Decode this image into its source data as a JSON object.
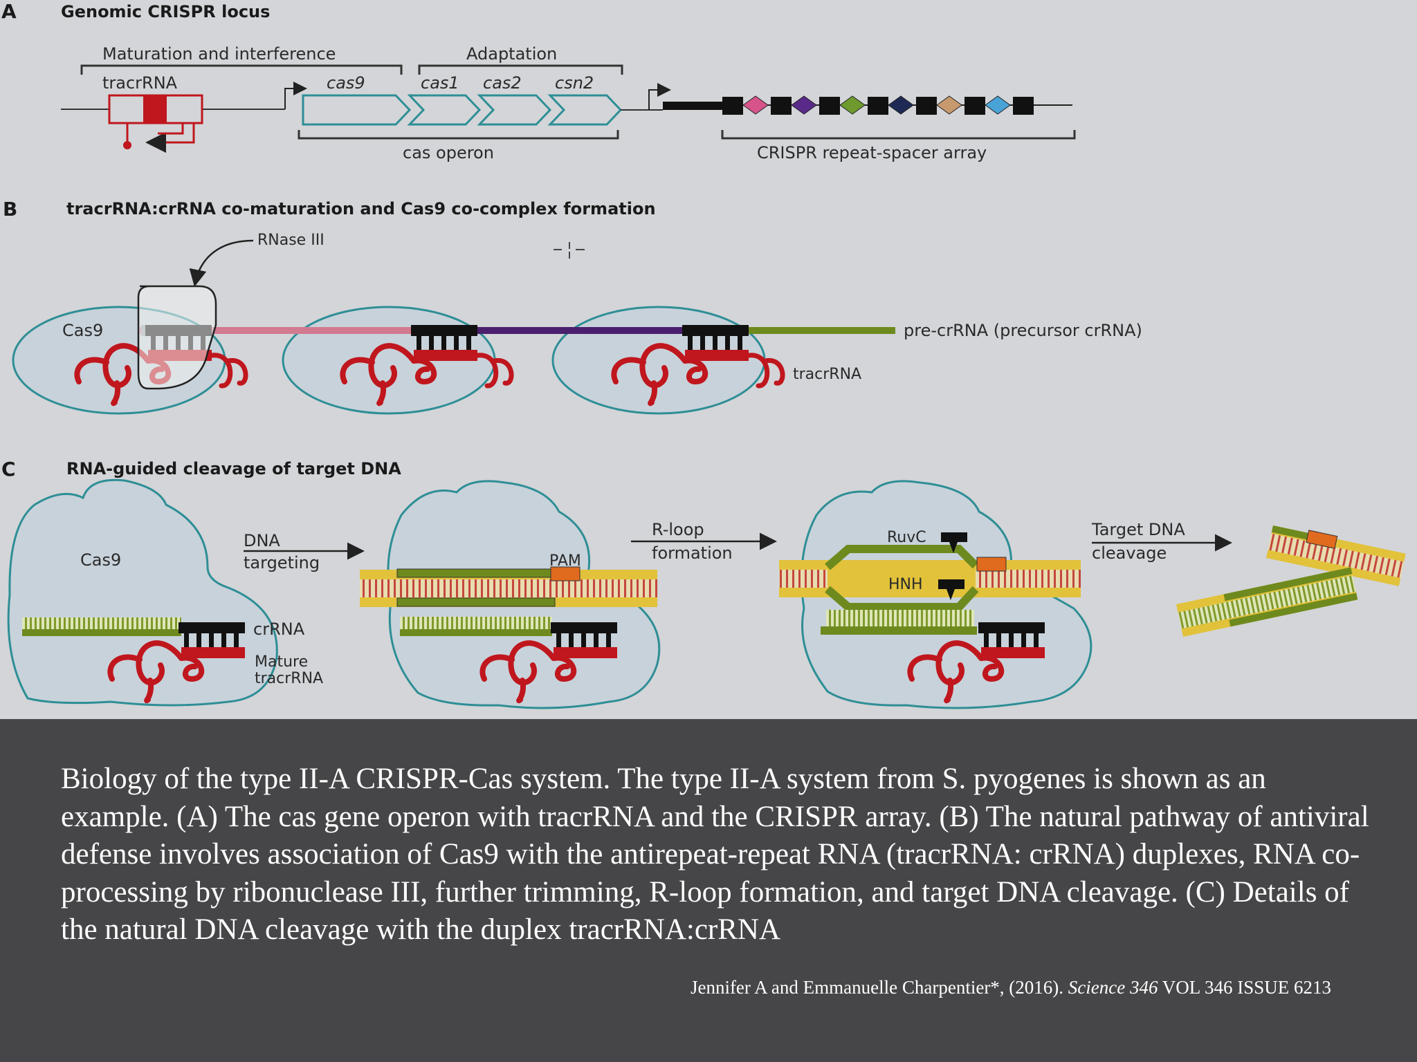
{
  "panelA": {
    "letter": "A",
    "title": "Genomic CRISPR locus",
    "bracket_maturation": "Maturation and interference",
    "bracket_adaptation": "Adaptation",
    "tracr_label": "tracrRNA",
    "gene_cas9": "cas9",
    "gene_cas1": "cas1",
    "gene_cas2": "cas2",
    "gene_csn2": "csn2",
    "cas_operon": "cas operon",
    "array_label": "CRISPR repeat-spacer array",
    "spacer_colors": [
      "#d6548a",
      "#5a2a8a",
      "#6e9a2e",
      "#1e2a55",
      "#c79a6e",
      "#4aa3d6"
    ]
  },
  "panelB": {
    "letter": "B",
    "title": "tracrRNA:crRNA co-maturation and Cas9 co-complex formation",
    "rnase": "RNase III",
    "cas9": "Cas9",
    "precrrna": "pre-crRNA (precursor crRNA)",
    "tracrrna": "tracrRNA"
  },
  "panelC": {
    "letter": "C",
    "title": "RNA-guided cleavage of target DNA",
    "cas9": "Cas9",
    "dna_line1": "DNA",
    "dna_line2": "targeting",
    "crrna": "crRNA",
    "mature_line1": "Mature",
    "mature_line2": "tracrRNA",
    "pam": "PAM",
    "rloop_line1": "R-loop",
    "rloop_line2": "formation",
    "ruvc": "RuvC",
    "hnh": "HNH",
    "target_line1": "Target DNA",
    "target_line2": "cleavage"
  },
  "caption": "Biology of the type II-A CRISPR-Cas system. The type II-A system from S. pyogenes is shown as an example. (A) The cas gene operon with tracrRNA and the CRISPR array. (B) The natural pathway of antiviral defense involves association of Cas9 with the antirepeat-repeat RNA (tracrRNA: crRNA) duplexes, RNA co-processing by ribonuclease III, further trimming, R-loop formation, and target DNA cleavage. (C) Details of the natural DNA cleavage with the duplex tracrRNA:crRNA",
  "citation": {
    "authors": "Jennifer A and Emmanuelle Charpentier*, (2016). ",
    "journal": "Science 346",
    "issue": " VOL 346 ISSUE 6213"
  }
}
